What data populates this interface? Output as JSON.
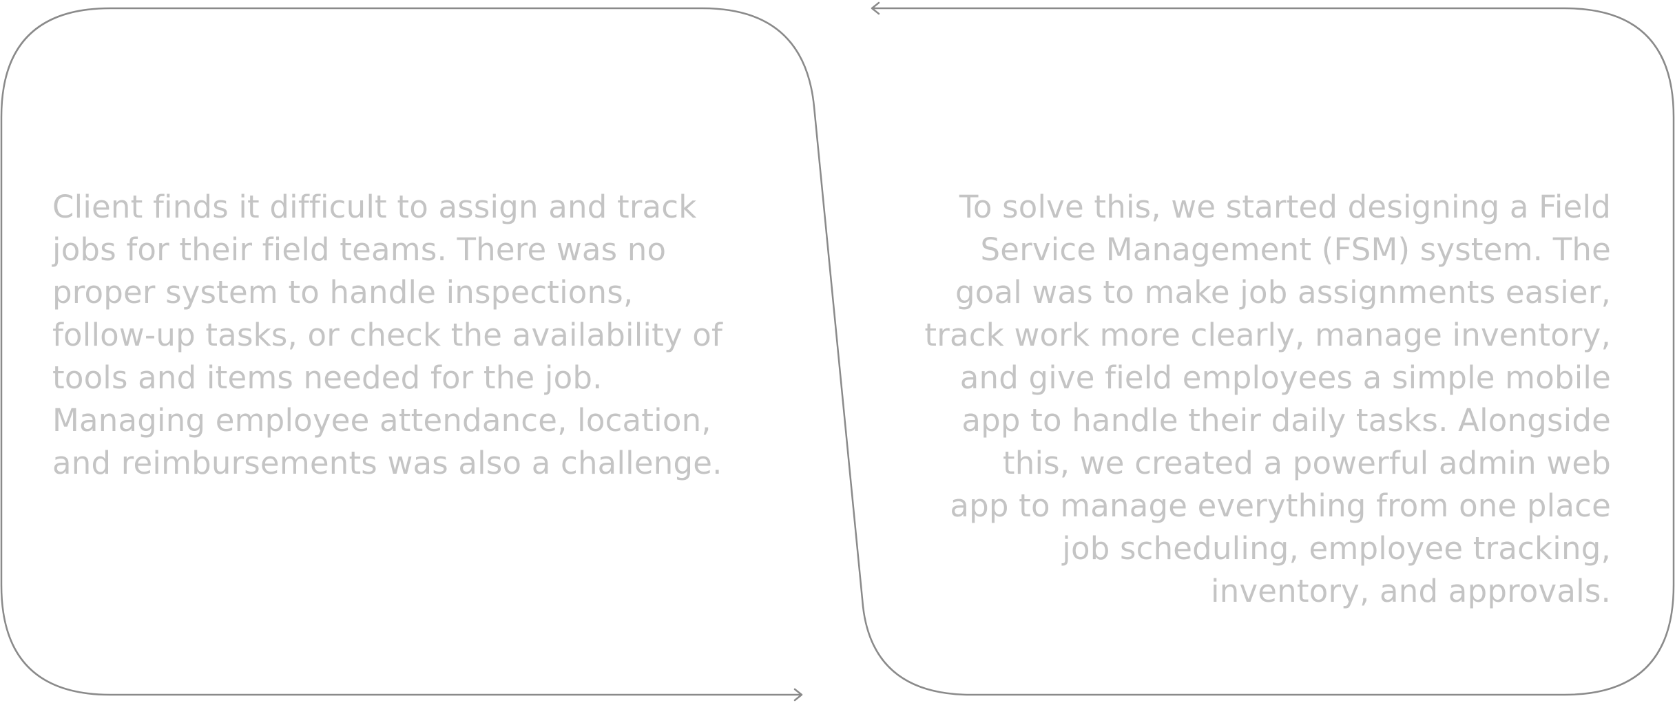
{
  "problem": {
    "lines": [
      "Client finds it difficult to assign and track",
      "jobs for their field teams. There was no",
      "proper system to handle inspections,",
      "follow-up tasks, or check the availability of",
      "tools and items needed for the job.",
      "Managing employee attendance, location,",
      "and reimbursements was also a challenge."
    ]
  },
  "solution": {
    "lines": [
      "To solve this, we started designing a Field",
      "Service Management (FSM) system. The",
      "goal was to make job assignments easier,",
      "track work more clearly, manage inventory,",
      "and give field employees a simple mobile",
      "app to handle their daily tasks. Alongside",
      "this, we created a powerful admin web",
      "app to manage everything from one place",
      "job scheduling, employee tracking,",
      "inventory, and approvals."
    ]
  },
  "colors": {
    "stroke": "#8a8a8a",
    "text": "#c4c4c4",
    "background": "#ffffff"
  }
}
